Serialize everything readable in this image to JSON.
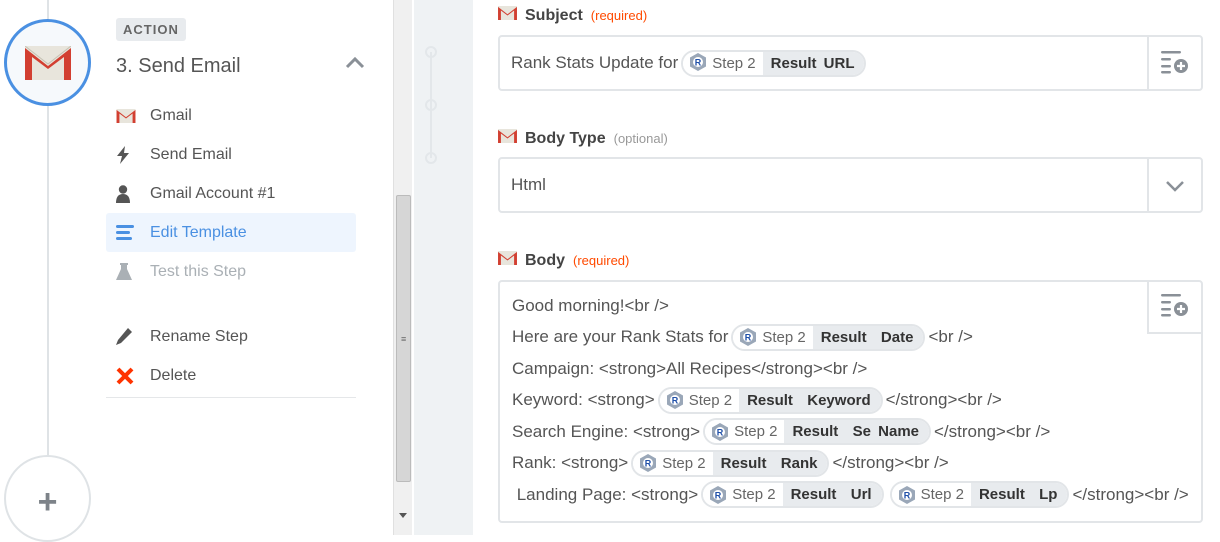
{
  "step": {
    "badge": "ACTION",
    "title": "3. Send Email"
  },
  "menu": [
    {
      "label": "Gmail",
      "icon": "gmail-icon",
      "state": "normal"
    },
    {
      "label": "Send Email",
      "icon": "bolt-icon",
      "state": "normal"
    },
    {
      "label": "Gmail Account #1",
      "icon": "user-icon",
      "state": "normal"
    },
    {
      "label": "Edit Template",
      "icon": "lines-icon",
      "state": "active"
    },
    {
      "label": "Test this Step",
      "icon": "flask-icon",
      "state": "disabled"
    }
  ],
  "actions": [
    {
      "label": "Rename Step",
      "icon": "pencil-icon"
    },
    {
      "label": "Delete",
      "icon": "x-icon"
    }
  ],
  "fields": {
    "subject": {
      "label": "Subject",
      "hint": "(required)",
      "text": "Rank Stats Update for",
      "pill": {
        "step": "Step 2",
        "field": "Result URL"
      }
    },
    "body_type": {
      "label": "Body Type",
      "hint": "(optional)",
      "value": "Html"
    },
    "body": {
      "label": "Body",
      "hint": "(required)",
      "lines": [
        [
          {
            "t": "Good morning!<br />"
          }
        ],
        [
          {
            "t": "Here are your Rank Stats for"
          },
          {
            "step": "Step 2",
            "field": "Result  Date"
          },
          {
            "t": "<br />"
          }
        ],
        [
          {
            "t": "Campaign: <strong>All Recipes</strong><br />"
          }
        ],
        [
          {
            "t": "Keyword: <strong>"
          },
          {
            "step": "Step 2",
            "field": "Result  Keyword"
          },
          {
            "t": "</strong><br />"
          }
        ],
        [
          {
            "t": "Search Engine: <strong>"
          },
          {
            "step": "Step 2",
            "field": "Result  Se Name"
          },
          {
            "t": "</strong><br />"
          }
        ],
        [
          {
            "t": "Rank: <strong>"
          },
          {
            "step": "Step 2",
            "field": "Result  Rank"
          },
          {
            "t": "</strong><br />"
          }
        ],
        [
          {
            "t": " Landing Page: <strong>"
          },
          {
            "step": "Step 2",
            "field": "Result  Url"
          },
          {
            "step": "Step 2",
            "field": "Result  Lp"
          },
          {
            "t": "</strong><br />"
          }
        ]
      ]
    }
  },
  "colors": {
    "accent": "#4a90e2",
    "required": "#ff4a00",
    "delete": "#ff3300"
  }
}
